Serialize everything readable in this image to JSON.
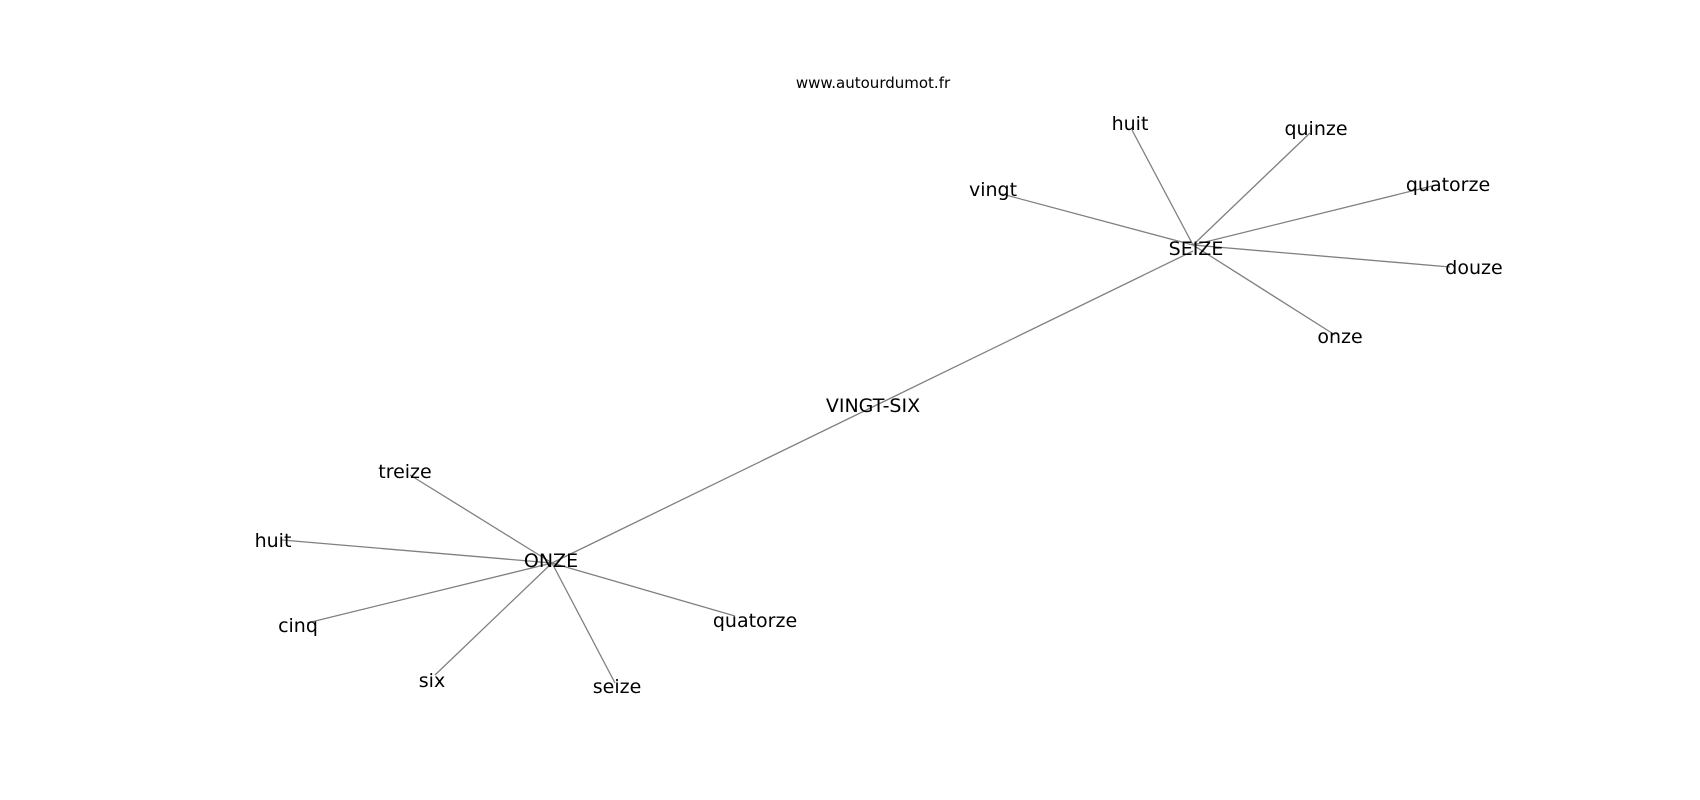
{
  "watermark": "www.autourdumot.fr",
  "graph": {
    "center": "VINGT-SIX",
    "hubs": [
      {
        "label": "SEIZE",
        "neighbors": [
          "vingt",
          "huit",
          "quinze",
          "quatorze",
          "douze",
          "onze"
        ]
      },
      {
        "label": "ONZE",
        "neighbors": [
          "treize",
          "huit",
          "cinq",
          "six",
          "seize",
          "quatorze"
        ]
      }
    ]
  }
}
